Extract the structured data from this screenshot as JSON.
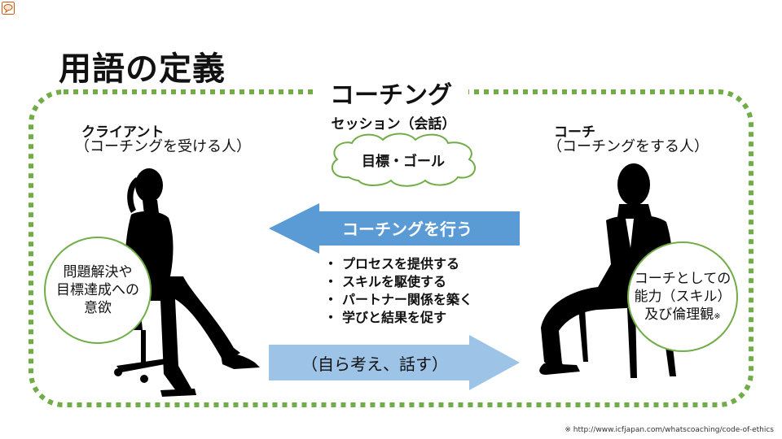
{
  "slide": {
    "title": "用語の定義",
    "frame_label": "コーチング",
    "session_label": "セッション（会話）",
    "cloud_text": "目標・ゴール",
    "client": {
      "title": "クライアント",
      "subtitle": "（コーチングを受ける人）",
      "circle_lines": [
        "問題解決や",
        "目標達成への",
        "意欲"
      ]
    },
    "coach": {
      "title": "コーチ",
      "subtitle": "（コーチングをする人）",
      "circle_lines": [
        "コーチとしての",
        "能力（スキル）",
        "及び倫理観"
      ],
      "circle_mark": "※"
    },
    "top_arrow_label": "コーチングを行う",
    "bullets": [
      "プロセスを提供する",
      "スキルを駆使する",
      "パートナー関係を築く",
      "学びと結果を促す"
    ],
    "bottom_arrow_label": "（自ら考え、話す）",
    "footnote": "※ http://www.icfjapan.com/whatscoaching/code-of-ethics"
  },
  "colors": {
    "frame_dotted": "#70ad47",
    "top_arrow": "#5b9bd5",
    "bottom_arrow": "#9dc3e6",
    "circle_border": "#70ad47"
  },
  "icons": [
    "speech-bubble-icon",
    "woman-silhouette",
    "man-silhouette",
    "cloud-shape"
  ]
}
